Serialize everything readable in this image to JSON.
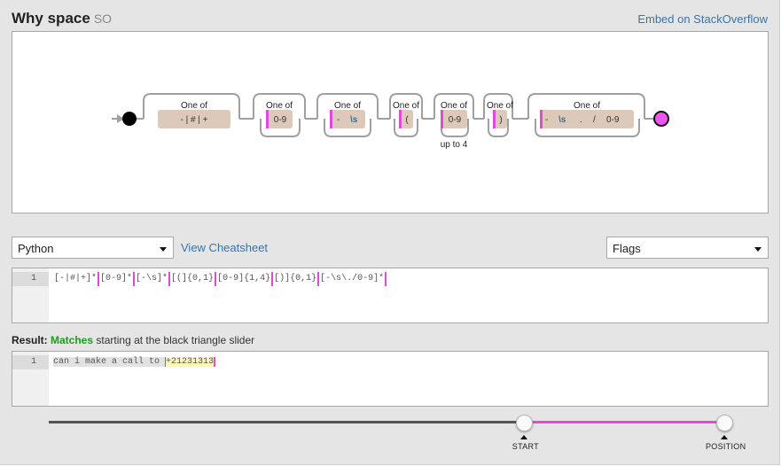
{
  "header": {
    "title": "Why space",
    "subtitle": "SO",
    "embed_link": "Embed on StackOverflow"
  },
  "diagram": {
    "nodes": [
      {
        "group_label": "One of",
        "items": [
          "- | # | +"
        ],
        "marked": false
      },
      {
        "group_label": "One of",
        "items": [
          "0-9"
        ],
        "marked": true
      },
      {
        "group_label": "One of",
        "items": [
          "-",
          "\\s"
        ],
        "marked": true
      },
      {
        "group_label": "One of",
        "items": [
          "("
        ],
        "marked": true
      },
      {
        "group_label": "One of",
        "items": [
          "0-9"
        ],
        "marked": true,
        "repeat_note": "up to 4"
      },
      {
        "group_label": "One of",
        "items": [
          ")"
        ],
        "marked": true
      },
      {
        "group_label": "One of",
        "items": [
          "-",
          "\\s",
          ".",
          "/",
          "0-9"
        ],
        "marked": true
      }
    ],
    "colors": {
      "box_fill": "#dcc9b9",
      "marker": "#e04ad8",
      "start_node": "#000000",
      "end_node": "#ee55ee"
    }
  },
  "language_select": {
    "value": "Python"
  },
  "cheatsheet_link": "View Cheatsheet",
  "flags_select": {
    "value": "Flags"
  },
  "regex_editor": {
    "line_number": "1",
    "tokens": [
      "[-|#|+]*",
      "[0-9]*",
      "[-\\s]*",
      "[(]{0,1}",
      "[0-9]{1,4}",
      "[)]{0,1}",
      "[-\\s\\./0-9]*"
    ]
  },
  "result": {
    "label": "Result:",
    "status": "Matches",
    "message": "starting at the black triangle slider"
  },
  "test_editor": {
    "line_number": "1",
    "pre_text": "can i make a call to ",
    "match_text": "+21231313"
  },
  "slider": {
    "start_label": "START",
    "position_label": "POSITION",
    "start_fraction": 0.7,
    "position_fraction": 1.0,
    "colors": {
      "track": "#555555",
      "active": "#e04ad8"
    }
  }
}
